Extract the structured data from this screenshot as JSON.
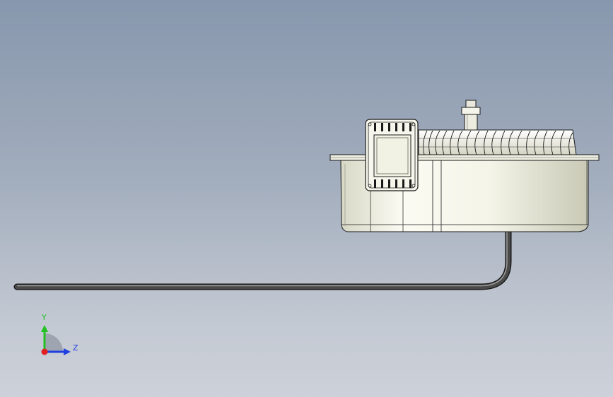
{
  "triad": {
    "y_label": "Y",
    "z_label": "Z",
    "colors": {
      "y": "#22c022",
      "z": "#1f3fe0",
      "x": "#e02020"
    }
  },
  "scene": {
    "view": "side",
    "background_top": "#8797ad",
    "background_bottom": "#cdd1d9",
    "part_color": "#f2f2e6",
    "edge_color": "#1a1a1a",
    "tube_color": "#3a3a3a"
  }
}
